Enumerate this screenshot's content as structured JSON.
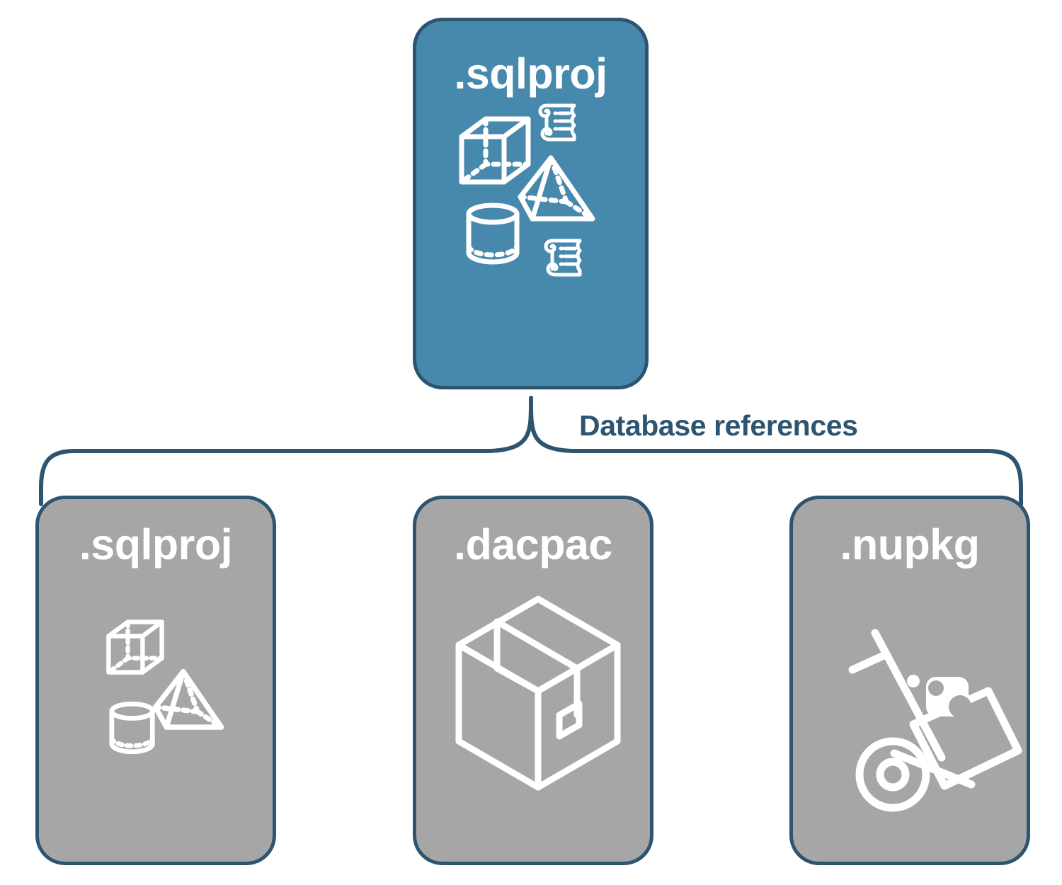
{
  "diagram": {
    "title_label": "Database references",
    "colors": {
      "root_fill": "#4789ac",
      "child_fill": "#a6a6a6",
      "stroke": "#2d5470",
      "icon_stroke": "#ffffff",
      "label_text": "#2d5470",
      "title_text": "#ffffff",
      "background": "#ffffff"
    },
    "root": {
      "label": ".sqlproj",
      "icons": [
        "cube-icon",
        "scroll-icon",
        "pyramid-icon",
        "cylinder-icon",
        "scroll-icon"
      ]
    },
    "children": [
      {
        "label": ".sqlproj",
        "icons": [
          "cube-icon",
          "pyramid-icon",
          "cylinder-icon"
        ]
      },
      {
        "label": ".dacpac",
        "icons": [
          "package-box-icon"
        ]
      },
      {
        "label": ".nupkg",
        "icons": [
          "hand-truck-icon",
          "nuget-package-icon"
        ]
      }
    ]
  }
}
